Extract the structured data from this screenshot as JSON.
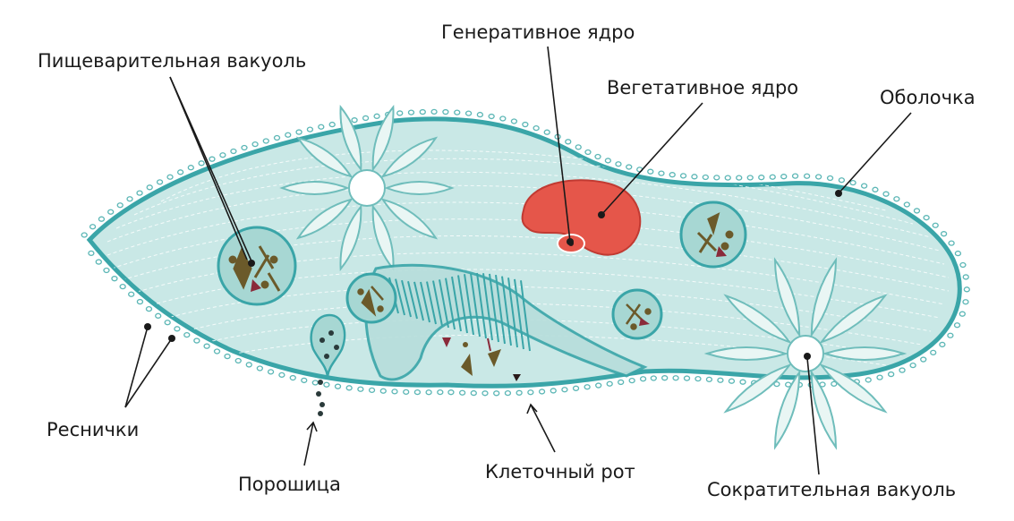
{
  "labels": {
    "digestive_vacuole": "Пищеварительная вакуоль",
    "generative_nucleus": "Генеративное ядро",
    "vegetative_nucleus": "Вегетативное ядро",
    "membrane": "Оболочка",
    "cilia": "Реснички",
    "anal_pore": "Порошица",
    "cell_mouth": "Клеточный рот",
    "contractile_vacuole": "Сократительная вакуоль"
  },
  "colors": {
    "body_fill": "#c9e8e6",
    "body_stroke": "#3aa5a8",
    "cilia": "#4bb3b5",
    "nucleus": "#e5564a",
    "nucleus_stroke": "#c13a32",
    "vacuole_fill": "#a7d7d3",
    "food": "#6b5a2a",
    "leader": "#1a1a1a"
  }
}
